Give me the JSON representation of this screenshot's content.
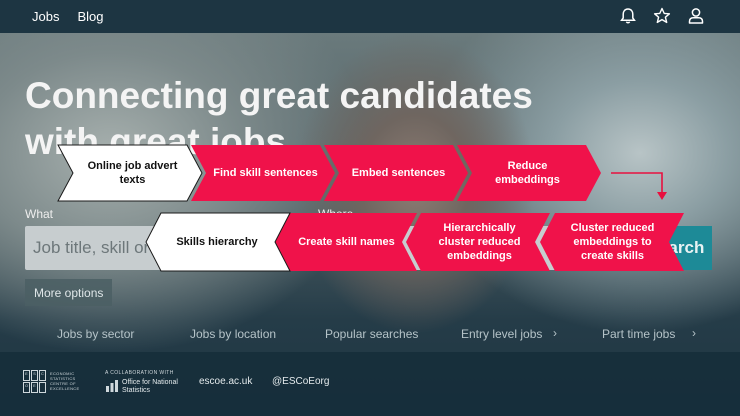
{
  "nav": {
    "links": [
      "Jobs",
      "Blog"
    ],
    "icons": [
      "bell-icon",
      "star-icon",
      "user-icon"
    ]
  },
  "hero": {
    "title": "Connecting great candidates with great jobs"
  },
  "search": {
    "what_label": "What",
    "where_label": "Where",
    "what_placeholder": "Job title, skill or",
    "search_button": "Search",
    "more_options": "More options"
  },
  "categories": [
    "Jobs by sector",
    "Jobs by location",
    "Popular searches",
    "Entry level jobs",
    "Part time jobs"
  ],
  "footer": {
    "escoe_letters": [
      "E",
      "S",
      "C",
      "O",
      "E",
      ""
    ],
    "escoe_name": "ECONOMIC STATISTICS CENTRE OF EXCELLENCE",
    "collab": "A COLLABORATION WITH",
    "ons": "Office for National Statistics",
    "site": "escoe.ac.uk",
    "twitter": "@ESCoEorg"
  },
  "flow": {
    "row1": [
      "Online job advert texts",
      "Find skill sentences",
      "Embed sentences",
      "Reduce embeddings"
    ],
    "row2": [
      "Skills hierarchy",
      "Create skill names",
      "Hierarchically cluster reduced embeddings",
      "Cluster reduced embeddings to create skills"
    ],
    "colors": {
      "white": "#ffffff",
      "red": "#f0124a",
      "outline": "#1a1a1a",
      "arrow": "#e8103f"
    }
  }
}
